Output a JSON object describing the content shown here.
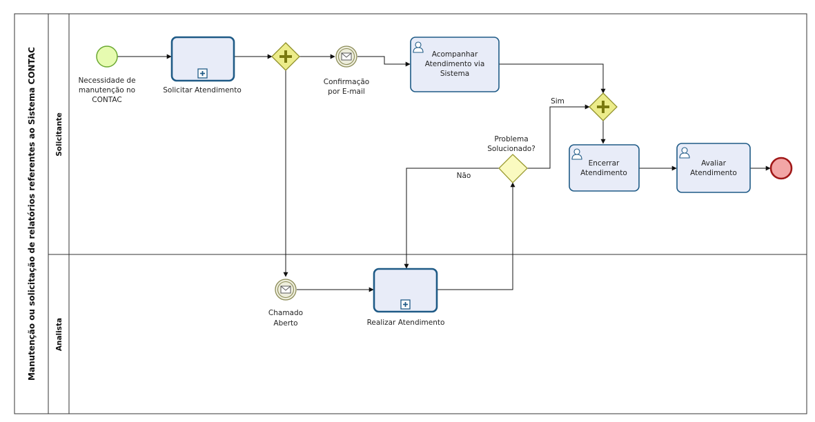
{
  "pool": {
    "title": "Manutenção ou solicitação de relatórios referentes ao Sistema CONTAC"
  },
  "lanes": {
    "solicitante": "Solicitante",
    "analista": "Analista"
  },
  "events": {
    "start": {
      "label_lines": [
        "Necessidade de",
        "manutenção no",
        "CONTAC"
      ]
    },
    "msg_confirmacao": {
      "label_lines": [
        "Confirmação",
        "por E-mail"
      ]
    },
    "msg_chamado": {
      "label_lines": [
        "Chamado",
        "Aberto"
      ]
    }
  },
  "tasks": {
    "solicitar": {
      "label": "Solicitar Atendimento"
    },
    "acompanhar": {
      "label_lines": [
        "Acompanhar",
        "Atendimento via",
        "Sistema"
      ]
    },
    "encerrar": {
      "label_lines": [
        "Encerrar",
        "Atendimento"
      ]
    },
    "avaliar": {
      "label_lines": [
        "Avaliar",
        "Atendimento"
      ]
    },
    "realizar": {
      "label": "Realizar Atendimento"
    }
  },
  "gateways": {
    "decisao": {
      "label_lines": [
        "Problema",
        "Solucionado?"
      ]
    }
  },
  "flows": {
    "sim": "Sim",
    "nao": "Não"
  },
  "colors": {
    "task_fill": "#e8ecf8",
    "task_stroke": "#1e5a86",
    "start_fill": "#e6fbb0",
    "end_fill": "#f2a6a6"
  }
}
